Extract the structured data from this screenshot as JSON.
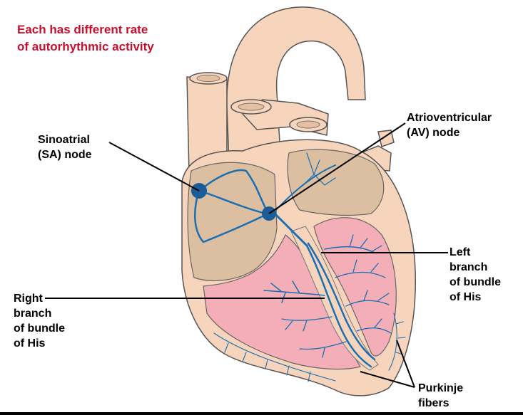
{
  "title": {
    "line1": "Each has different rate",
    "line2": "of autorhythmic activity",
    "color": "#c8102e"
  },
  "labels": {
    "sa_node": {
      "line1": "Sinoatrial",
      "line2": "(SA) node"
    },
    "av_node": {
      "line1": "Atrioventricular",
      "line2": "(AV) node"
    },
    "left_branch": {
      "line1": "Left",
      "line2": "branch",
      "line3": "of bundle",
      "line4": "of His"
    },
    "right_branch": {
      "line1": "Right",
      "line2": "branch",
      "line3": "of bundle",
      "line4": "of His"
    },
    "purkinje": {
      "line1": "Purkinje",
      "line2": "fibers"
    }
  },
  "colors": {
    "heart_wall": "#f7d5bd",
    "atrium": "#dcbfa0",
    "ventricle": "#f4aeb7",
    "conduction": "#1a6fb3",
    "node": "#1a5d99",
    "outline": "#555555"
  }
}
